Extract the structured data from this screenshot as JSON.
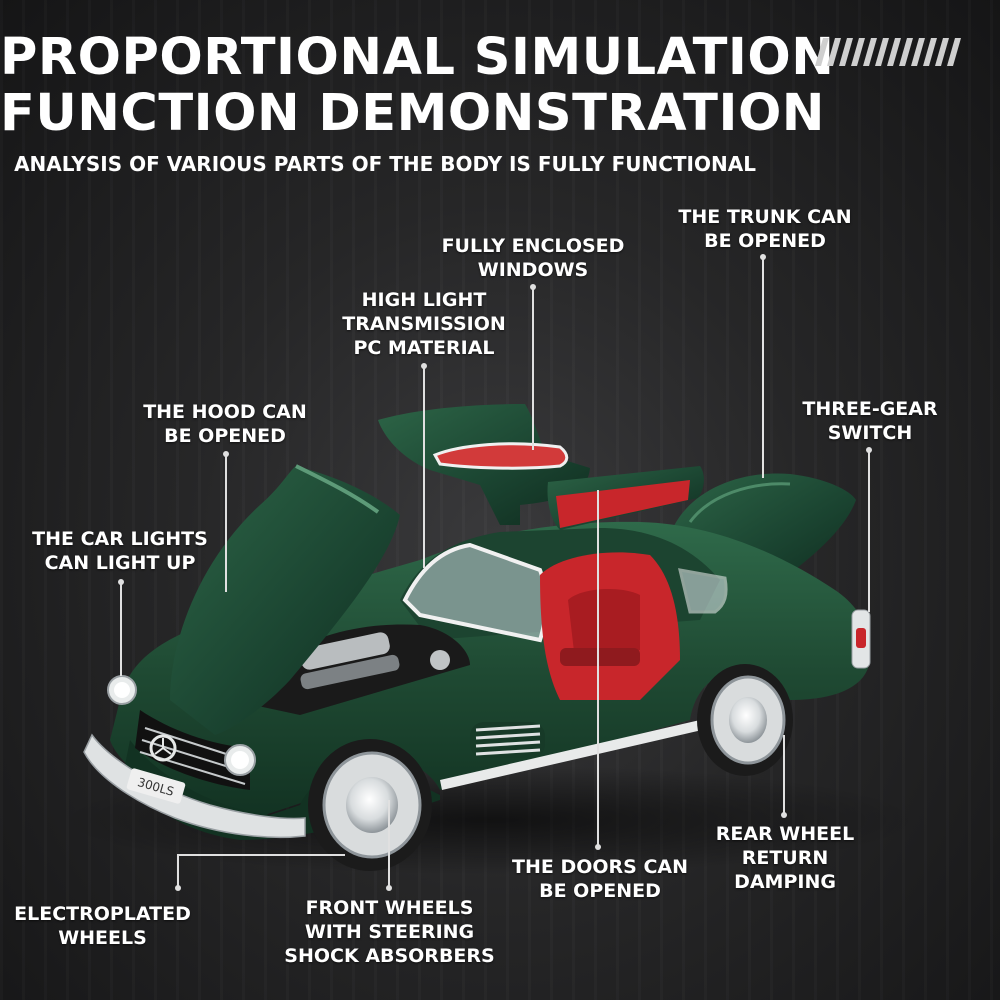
{
  "header": {
    "title_line1": "PROPORTIONAL SIMULATION",
    "title_line2": "FUNCTION DEMONSTRATION",
    "subtitle": "ANALYSIS OF VARIOUS PARTS OF THE BODY IS FULLY FUNCTIONAL"
  },
  "callouts": {
    "trunk": [
      "THE TRUNK CAN",
      "BE OPENED"
    ],
    "windows": [
      "FULLY ENCLOSED",
      "WINDOWS"
    ],
    "pc_material": [
      "HIGH LIGHT",
      "TRANSMISSION",
      "PC MATERIAL"
    ],
    "hood": [
      "THE HOOD CAN",
      "BE OPENED"
    ],
    "gear": [
      "THREE-GEAR",
      "SWITCH"
    ],
    "lights": [
      "THE CAR LIGHTS",
      "CAN LIGHT UP"
    ],
    "rear_wheel": [
      "REAR WHEEL",
      "RETURN",
      "DAMPING"
    ],
    "doors": [
      "THE DOORS CAN",
      "BE OPENED"
    ],
    "electroplated": [
      "ELECTROPLATED",
      "WHEELS"
    ],
    "front_wheels": [
      "FRONT WHEELS",
      "WITH STEERING",
      "SHOCK ABSORBERS"
    ]
  },
  "car": {
    "plate": "300LS",
    "body_color": "#1f4a33",
    "interior_color": "#c8262b"
  }
}
